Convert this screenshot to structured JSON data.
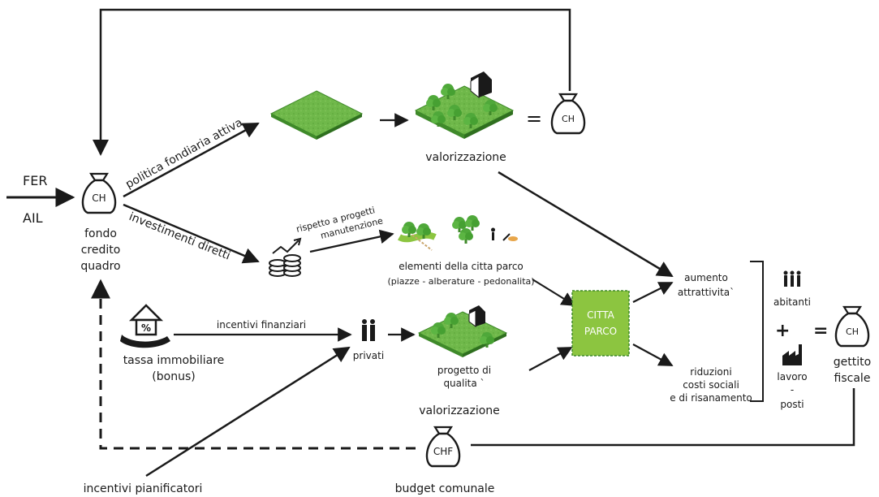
{
  "inputs": {
    "fer": "FER",
    "ail": "AIL"
  },
  "fund": {
    "bag": "CH",
    "label_1": "fondo",
    "label_2": "credito",
    "label_3": "quadro"
  },
  "flows": {
    "politica": "politica fondiaria attiva",
    "investimenti": "investimenti diretti",
    "rispetto_1": "rispetto a progetti",
    "rispetto_2": "manutenzione",
    "incentivi_finanziari": "incentivi finanziari",
    "incentivi_pianificatori": "incentivi pianificatori"
  },
  "top": {
    "equals": "=",
    "bag": "CH",
    "valorizzazione": "valorizzazione"
  },
  "elementi": {
    "title": "elementi della citta parco",
    "subtitle": "(piazze - alberature - pedonalita)"
  },
  "tassa": {
    "icon_symbol": "%",
    "label_1": "tassa immobiliare",
    "label_2": "(bonus)"
  },
  "privati": {
    "label": "privati"
  },
  "progetto": {
    "label_1": "progetto di",
    "label_2": "qualita `",
    "valorizzazione": "valorizzazione"
  },
  "citta_parco": {
    "line_1": "CITTA",
    "line_2": "PARCO",
    "color": "#8cc540"
  },
  "effects": {
    "aumento_1": "aumento",
    "aumento_2": "attrattivita`",
    "riduzioni_1": "riduzioni",
    "riduzioni_2": "costi sociali",
    "riduzioni_3": "e di risanamento"
  },
  "outcomes": {
    "abitanti": "abitanti",
    "plus": "+",
    "lavoro": "lavoro",
    "dash": "-",
    "posti": "posti",
    "equals": "=",
    "bag": "CH",
    "gettito_1": "gettito",
    "gettito_2": "fiscale"
  },
  "budget": {
    "bag": "CHF",
    "label": "budget comunale"
  },
  "colors": {
    "green": "#6fb84a",
    "green_dark": "#3f8a2a",
    "line": "#1a1a1a"
  }
}
